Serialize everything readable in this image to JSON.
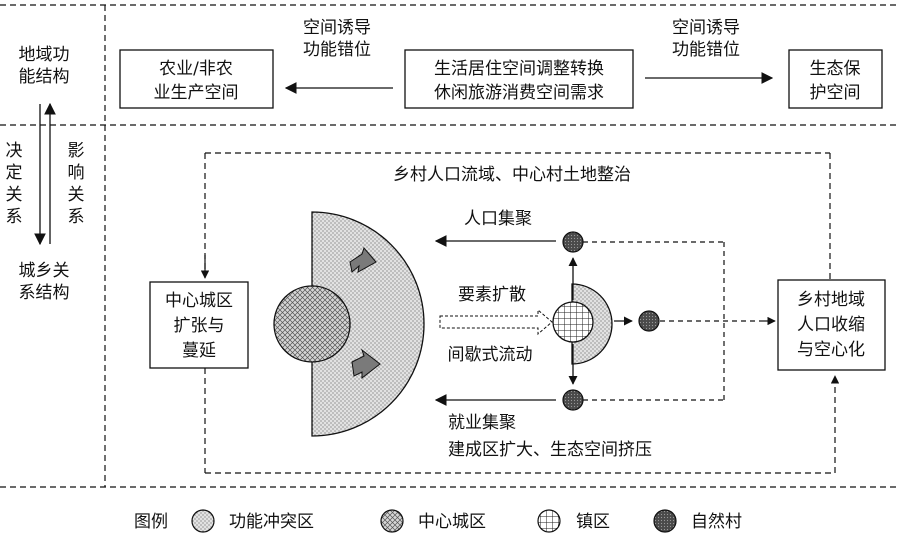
{
  "left": {
    "top_label": [
      "地域功",
      "能结构"
    ],
    "decide_label": [
      "决",
      "定",
      "关",
      "系"
    ],
    "influence_label": [
      "影",
      "响",
      "关",
      "系"
    ],
    "bottom_label": [
      "城乡关",
      "系结构"
    ]
  },
  "top": {
    "left_box": [
      "农业/非农",
      "业生产空间"
    ],
    "center_box": [
      "生活居住空间调整转换",
      "休闲旅游消费空间需求"
    ],
    "right_box": [
      "生态保",
      "护空间"
    ],
    "left_arrow_label": [
      "空间诱导",
      "功能错位"
    ],
    "right_arrow_label": [
      "空间诱导",
      "功能错位"
    ]
  },
  "main": {
    "title": "乡村人口流域、中心村土地整治",
    "city_box": [
      "中心城区",
      "扩张与",
      "蔓延"
    ],
    "rural_box": [
      "乡村地域",
      "人口收缩",
      "与空心化"
    ],
    "population_label": "人口集聚",
    "element_label": "要素扩散",
    "intermittent_label": "间歇式流动",
    "employment_label": "就业集聚",
    "bottom_label": "建成区扩大、生态空间挤压"
  },
  "legend": {
    "title": "图例",
    "items": [
      {
        "label": "功能冲突区",
        "icon": "dotted-circle-icon"
      },
      {
        "label": "中心城区",
        "icon": "crosshatch-circle-icon"
      },
      {
        "label": "镇区",
        "icon": "grid-circle-icon"
      },
      {
        "label": "自然村",
        "icon": "dark-circle-icon"
      }
    ]
  }
}
